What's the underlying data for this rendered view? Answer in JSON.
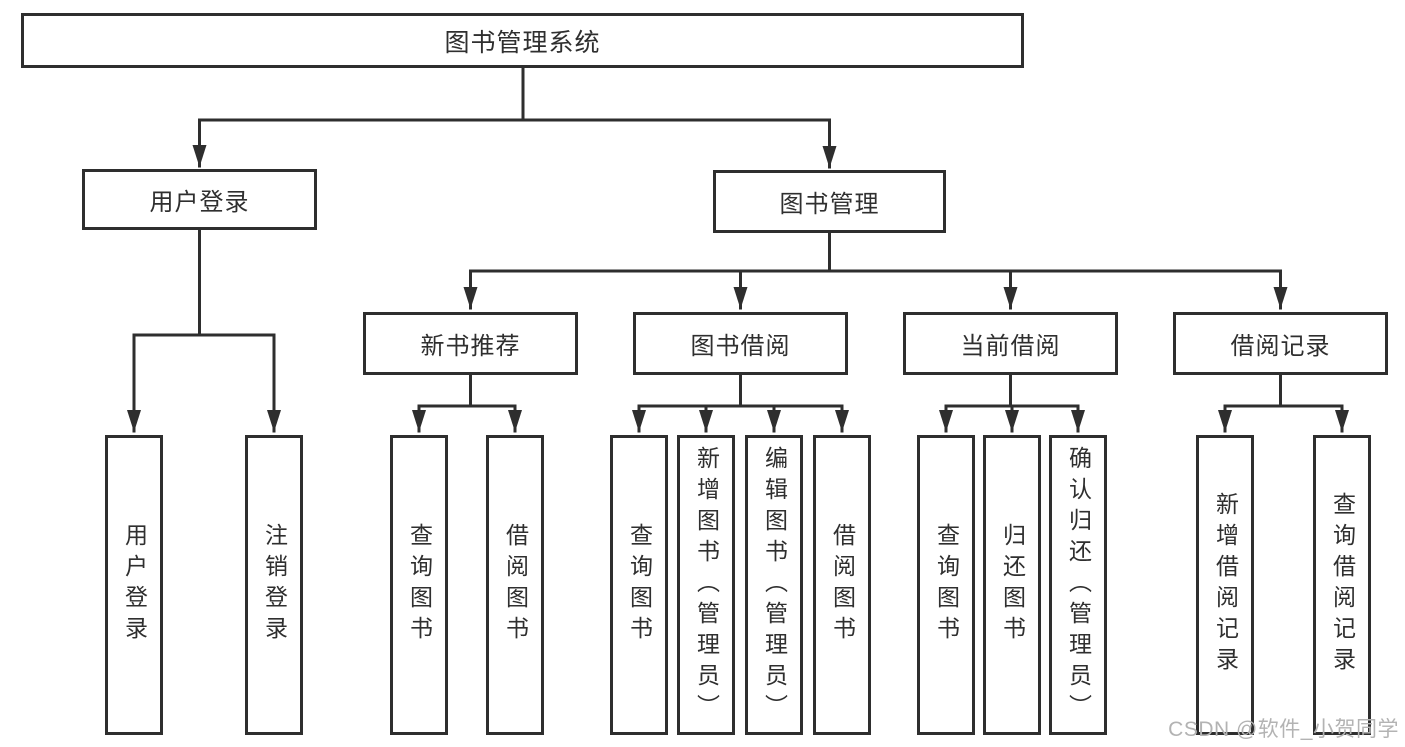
{
  "root": {
    "label": "图书管理系统"
  },
  "branches": [
    {
      "label": "用户登录",
      "leaves": [
        {
          "label": "用户登录"
        },
        {
          "label": "注销登录"
        }
      ]
    },
    {
      "label": "图书管理",
      "groups": [
        {
          "label": "新书推荐",
          "leaves": [
            {
              "label": "查询图书"
            },
            {
              "label": "借阅图书"
            }
          ]
        },
        {
          "label": "图书借阅",
          "leaves": [
            {
              "label": "查询图书"
            },
            {
              "label": "新增图书（管理员）"
            },
            {
              "label": "编辑图书（管理员）"
            },
            {
              "label": "借阅图书"
            }
          ]
        },
        {
          "label": "当前借阅",
          "leaves": [
            {
              "label": "查询图书"
            },
            {
              "label": "归还图书"
            },
            {
              "label": "确认归还（管理员）"
            }
          ]
        },
        {
          "label": "借阅记录",
          "leaves": [
            {
              "label": "新增借阅记录"
            },
            {
              "label": "查询借阅记录"
            }
          ]
        }
      ]
    }
  ],
  "watermark": "CSDN @软件_小贺同学",
  "colors": {
    "line": "#2e2e2e",
    "text": "#2f2f2f",
    "watermark": "#b3b3b3",
    "background": "#ffffff"
  }
}
